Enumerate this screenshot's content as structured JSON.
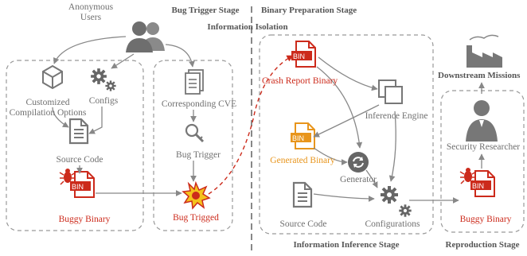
{
  "colors": {
    "gray": "#888888",
    "red": "#cc2a1b",
    "orange": "#e8951c",
    "blue": "#2f5597"
  },
  "users": {
    "label_line1": "Anonymous",
    "label_line2": "Users"
  },
  "stages": {
    "bug_trigger": "Bug Trigger Stage",
    "binary_preparation": "Binary Preparation Stage",
    "information_isolation": "Information Isolation",
    "information_inference": "Information Inference Stage",
    "reproduction": "Reproduction Stage"
  },
  "nodes": {
    "compilation_options_line1": "Customized",
    "compilation_options_line2": "Compilation Options",
    "configs": "Configs",
    "source_code_left": "Source Code",
    "buggy_binary_left": "Buggy Binary",
    "corresponding_cve": "Corresponding CVE",
    "bug_trigger": "Bug Trigger",
    "bug_trigged": "Bug Trigged",
    "crash_report_binary": "Crash Report Binary",
    "inference_engine": "Inference Engine",
    "generated_binary": "Generated Binary",
    "generator": "Generator",
    "source_code_middle": "Source Code",
    "configurations": "Configurations",
    "downstream_missions": "Downstream Missions",
    "security_researcher": "Security Researcher",
    "buggy_binary_right": "Buggy Binary"
  },
  "bin_tag": "BIN",
  "icons": [
    "users-icon",
    "cube-icon",
    "gears-icon",
    "document-icon",
    "bin-file-icon",
    "bug-icon",
    "pages-icon",
    "search-key-icon",
    "explosion-icon",
    "copy-windows-icon",
    "refresh-circle-icon",
    "factory-icon",
    "researcher-icon"
  ]
}
